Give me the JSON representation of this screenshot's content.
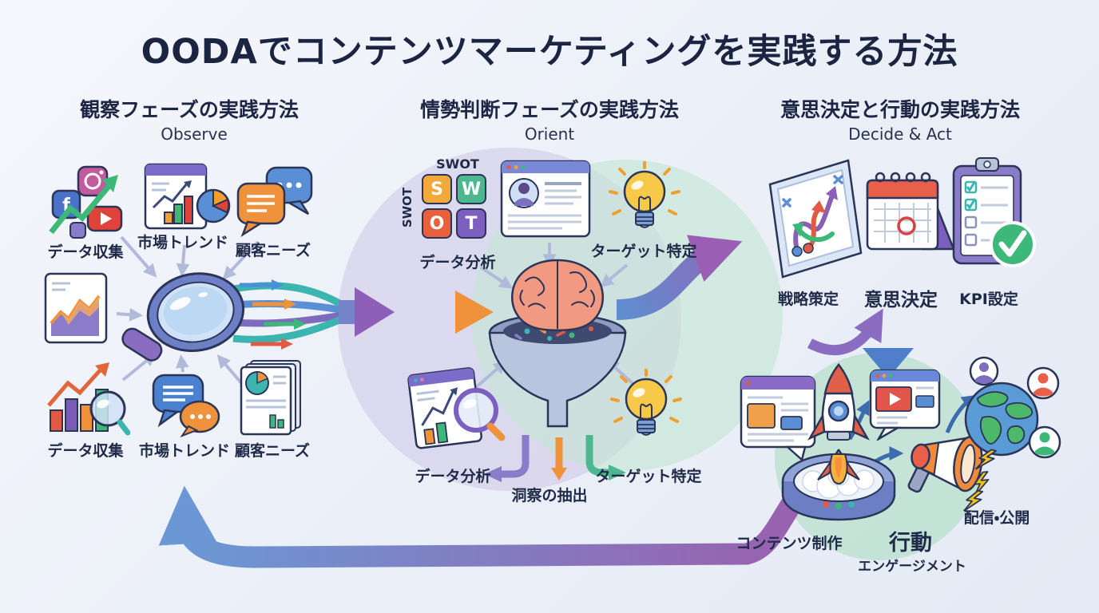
{
  "title": "OODAでコンテンツマーケティングを実践する方法",
  "observe": {
    "heading": "観察フェーズの実践方法",
    "sub": "Observe",
    "top": [
      "データ収集",
      "市場トレンド",
      "顧客ニーズ"
    ],
    "bottom": [
      "データ収集",
      "市場トレンド",
      "顧客ニーズ"
    ]
  },
  "orient": {
    "heading": "情勢判断フェーズの実践方法",
    "sub": "Orient",
    "swot_title": "SWOT",
    "swot_side": "SWOT",
    "swot_letters": [
      "S",
      "W",
      "O",
      "T"
    ],
    "analysis_top": "データ分析",
    "target_top": "ターゲット特定",
    "analysis_bottom": "データ分析",
    "target_bottom": "ターゲット特定",
    "insight": "洞察の抽出"
  },
  "decide": {
    "heading": "意思決定と行動の実践方法",
    "sub": "Decide & Act",
    "strategy": "戦略策定",
    "decision": "意思決定",
    "kpi": "KPI設定"
  },
  "act": {
    "content": "コンテンツ制作",
    "action": "行動",
    "engagement": "エンゲージメント",
    "publish": "配信・公開"
  },
  "colors": {
    "title_text": "#1b2542",
    "arrow_blue": "#5d8fd0",
    "arrow_purple": "#8e5fb8",
    "arrow_teal": "#3cb4b0",
    "arrow_orange": "#f0913c",
    "swot_s": "#f2a93b",
    "swot_w": "#4db88f",
    "swot_o": "#e8603c",
    "swot_t": "#7d5fc0",
    "circle_lavender": "#cdc6e8",
    "circle_mint": "#c3e6d4"
  }
}
